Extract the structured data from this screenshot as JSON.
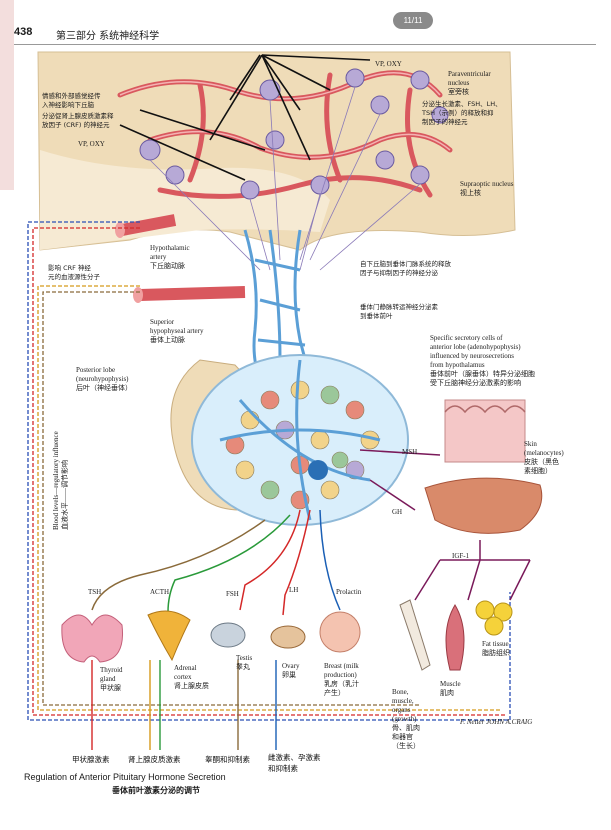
{
  "header": {
    "page_badge": "11/11",
    "page_number": "438",
    "running_head": "第三部分  系统神经科学"
  },
  "labels": {
    "vp_oxy_top": "VP, OXY",
    "paraventricular": "Paraventricular\nnucleus\n室旁核",
    "stress_inputs": "情感和外部感觉经传\n入神经影响下丘脑",
    "crf_neurons": "分泌促肾上腺皮质激素释\n放因子 (CRF) 的神经元",
    "vp_oxy_left": "VP, OXY",
    "releasing_neurons": "分泌生长激素、FSH、LH、\nTSH（示例）的释放和抑\n制因子的神经元",
    "supraoptic": "Supraoptic nucleus\n视上核",
    "hypothalamic_artery": "Hypothalamic\nartery\n下丘脑动脉",
    "crf_influence": "影响 CRF 神经\n元的血液源性分子",
    "portal_release": "自下丘脑到垂体门脉系统的释放\n因子与抑制因子的神经分泌",
    "portal_veins": "垂体门静脉转运神经分泌素\n到垂体前叶",
    "superior_artery": "Superior\nhypophyseal artery\n垂体上动脉",
    "specific_cells": "Specific secretory cells of\nanterior lobe (adenohypophysis)\ninfluenced by neurosecretions\nfrom hypothalamus\n垂体前叶（腺垂体）特异分泌细胞\n受下丘脑神经分泌激素的影响",
    "posterior_lobe": "Posterior lobe\n(neurohypophysis)\n后叶（神经垂体）",
    "blood_levels": "Blood levels—regulatory influence\n血液水平——调节影响",
    "msh": "MSH",
    "skin": "Skin\n(melanocytes)\n皮肤（黑色\n素细胞）",
    "gh": "GH",
    "igf": "IGF-1",
    "tsh": "TSH",
    "acth": "ACTH",
    "fsh": "FSH",
    "lh": "LH",
    "prolactin": "Prolactin",
    "thyroid": "Thyroid\ngland\n甲状腺",
    "adrenal": "Adrenal\ncortex\n肾上腺皮质",
    "testis": "Testis\n睾丸",
    "ovary": "Ovary\n卵巢",
    "breast": "Breast (milk\nproduction)\n乳房（乳汁\n产生）",
    "bone": "Bone,\nmuscle,\norgans\n(growth)\n骨、肌肉\n和器官\n（生长）",
    "muscle": "Muscle\n肌肉",
    "fat": "Fat tissue\n脂肪组织",
    "out_thyroid": "甲状腺激素",
    "out_adrenal": "肾上腺皮质激素",
    "out_testis": "睾酮和抑制素",
    "out_ovary": "雌激素、孕激素\n和抑制素",
    "signature": "F. Netter  JOHN A.CRAIG"
  },
  "caption": {
    "title_en": "Regulation of Anterior Pituitary Hormone Secretion",
    "title_cn": "垂体前叶激素分泌的调节"
  },
  "colors": {
    "artery": "#d9585e",
    "vein": "#5b9fd6",
    "tan": "#efdcb8",
    "tsh_line": "#8a6a3a",
    "acth_line": "#d59a1a",
    "fsh_line": "#2a9a3a",
    "lh_line": "#d42828",
    "prolactin_line": "#1a5fb5",
    "gh_line": "#7a1a5a"
  }
}
